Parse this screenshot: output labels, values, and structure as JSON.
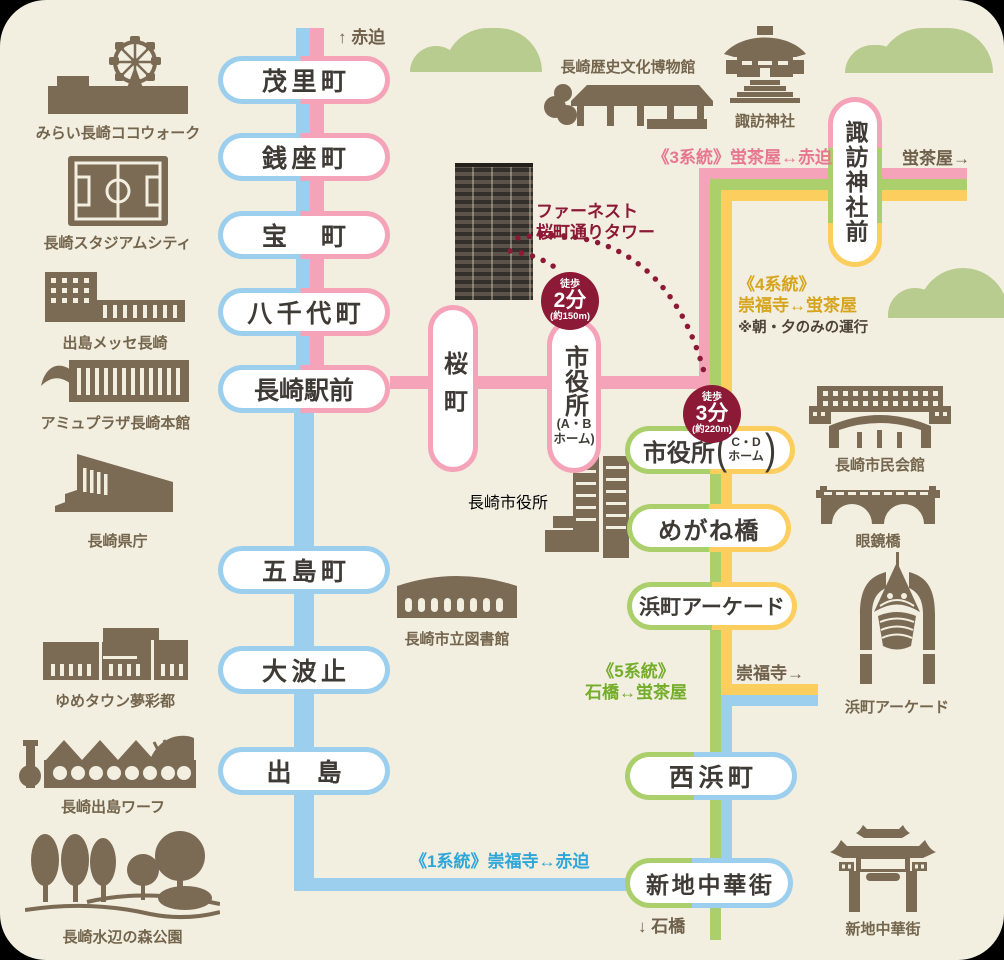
{
  "colors": {
    "background": "#f2eee0",
    "line_pink": "#f4a3b8",
    "line_blue": "#9ccfee",
    "line_green": "#aacf6b",
    "line_yellow": "#fbce5e",
    "badge_red": "#8c1936",
    "icon_brown": "#7c6b54",
    "text_pink": "#e8768f",
    "text_blue": "#2ea6da",
    "text_green": "#74ad2a",
    "text_yellow": "#d7a41d"
  },
  "directions": {
    "top": "↑ 赤迫",
    "hotarujaya": "蛍茶屋→",
    "sofukuji": "崇福寺→",
    "ishibashi": "↓ 石橋"
  },
  "routes": {
    "r3": {
      "label": "《3系統》蛍茶屋↔赤迫"
    },
    "r4": {
      "label_line1": "《4系統》",
      "label_line2": "崇福寺↔蛍茶屋",
      "note": "※朝・夕のみの運行"
    },
    "r5": {
      "label_line1": "《5系統》",
      "label_line2": "石橋↔蛍茶屋"
    },
    "r1": {
      "label": "《1系統》崇福寺↔赤迫"
    }
  },
  "stations": {
    "main": [
      "茂里町",
      "銭座町",
      "宝　町",
      "八千代町",
      "長崎駅前",
      "五島町",
      "大波止",
      "出　島"
    ],
    "sakuramachi": "桜町",
    "shiyakusho_ab": {
      "name": "市役所",
      "platform_line1": "(A・B",
      "platform_line2": "ホーム)"
    },
    "suwajinjamae": "諏訪神社前",
    "shiyakusho_cd": {
      "name": "市役所",
      "paren_l": "(",
      "paren_r": ")",
      "platform_line1": "C・D",
      "platform_line2": "ホーム"
    },
    "meganebashi": "めがね橋",
    "hamanomachi_arcade": "浜町アーケード",
    "nishihamanomachi": "西浜町",
    "shinchi_chinatown": "新地中華街"
  },
  "walk_badges": [
    {
      "walk": "徒歩",
      "time": "2分",
      "distance": "(約150m)"
    },
    {
      "walk": "徒歩",
      "time": "3分",
      "distance": "(約220m)"
    }
  ],
  "tower": {
    "name_line1": "ファーネスト",
    "name_line2": "桜町通りタワー"
  },
  "landmarks": {
    "left": [
      "みらい長崎ココウォーク",
      "長崎スタジアムシティ",
      "出島メッセ長崎",
      "アミュプラザ長崎本館",
      "長崎県庁",
      "ゆめタウン夢彩都",
      "長崎出島ワーフ",
      "長崎水辺の森公園"
    ],
    "center": [
      "長崎歴史文化博物館",
      "長崎市役所",
      "長崎市立図書館"
    ],
    "right": [
      "諏訪神社",
      "長崎市民会館",
      "眼鏡橋",
      "浜町アーケード",
      "新地中華街"
    ]
  }
}
